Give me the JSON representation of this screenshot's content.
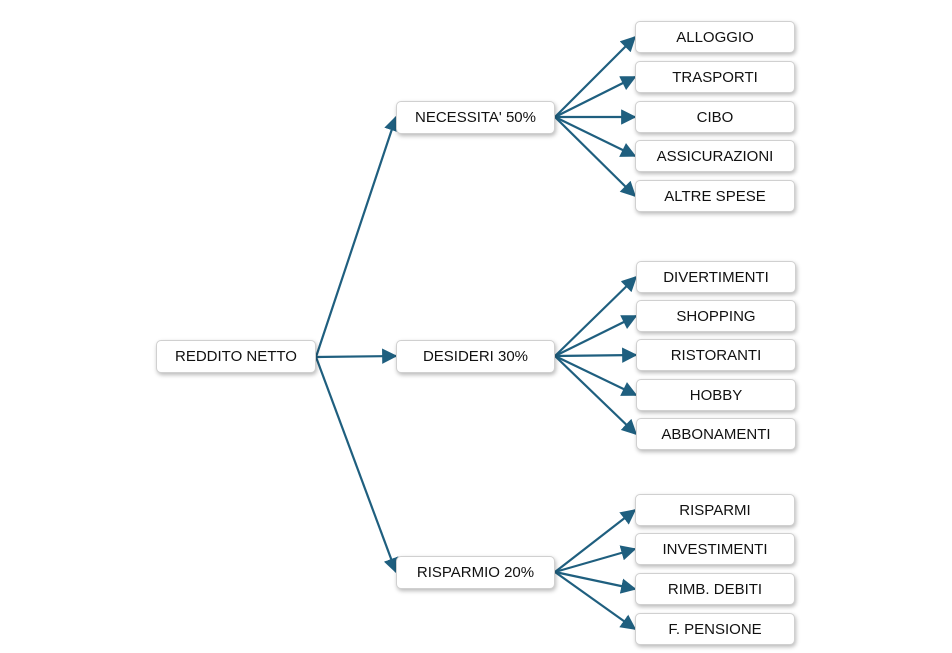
{
  "diagram": {
    "root": {
      "label": "REDDITO NETTO"
    },
    "categories": [
      {
        "label": "NECESSITA' 50%",
        "items": [
          "ALLOGGIO",
          "TRASPORTI",
          "CIBO",
          "ASSICURAZIONI",
          "ALTRE SPESE"
        ]
      },
      {
        "label": "DESIDERI 30%",
        "items": [
          "DIVERTIMENTI",
          "SHOPPING",
          "RISTORANTI",
          "HOBBY",
          "ABBONAMENTI"
        ]
      },
      {
        "label": "RISPARMIO 20%",
        "items": [
          "RISPARMI",
          "INVESTIMENTI",
          "RIMB. DEBITI",
          "F. PENSIONE"
        ]
      }
    ],
    "colors": {
      "arrow": "#1f5f7f",
      "box_border": "#d0d0d0",
      "text": "#111111",
      "background": "#ffffff"
    }
  }
}
